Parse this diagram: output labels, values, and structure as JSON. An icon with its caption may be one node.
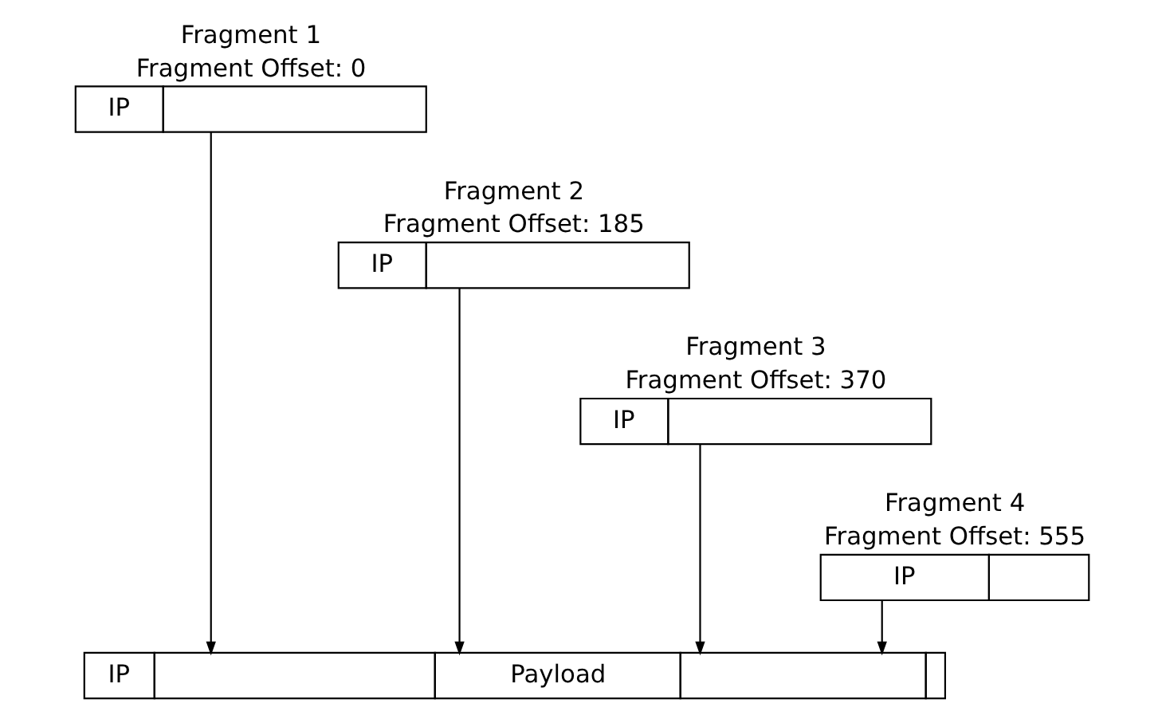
{
  "diagram": {
    "nodes": [
      {
        "text": [
          "Fragment 1",
          "Fragment Offset: 0",
          "IP"
        ]
      },
      {
        "text": [
          "Fragment 2",
          "Fragment Offset: 185",
          "IP"
        ]
      },
      {
        "text": [
          "Fragment 3",
          "Fragment Offset: 370",
          "IP"
        ]
      },
      {
        "text": [
          "Fragment 4",
          "Fragment Offset: 555",
          "IP"
        ]
      },
      {
        "text": [
          "IP",
          "Payload"
        ]
      }
    ],
    "edges": [
      {
        "from": 0,
        "to": 4,
        "arrow": "to"
      },
      {
        "from": 1,
        "to": 4,
        "arrow": "to"
      },
      {
        "from": 2,
        "to": 4,
        "arrow": "to"
      },
      {
        "from": 3,
        "to": 4,
        "arrow": "to"
      }
    ]
  }
}
